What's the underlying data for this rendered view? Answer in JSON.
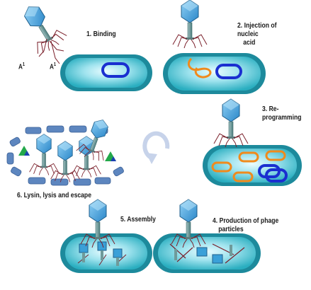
{
  "stages": [
    {
      "id": "binding",
      "number": "1.",
      "label": "Binding"
    },
    {
      "id": "injection",
      "number": "2.",
      "label_lines": [
        "Injection of nucleic",
        "acid"
      ]
    },
    {
      "id": "reprogramming",
      "number": "3.",
      "label_lines": [
        "Re-",
        "programming"
      ]
    },
    {
      "id": "production",
      "number": "4.",
      "label_lines": [
        "Production of phage",
        "particles"
      ]
    },
    {
      "id": "assembly",
      "number": "5.",
      "label": "Assembly"
    },
    {
      "id": "lysis",
      "number": "6.",
      "label": "Lysin, lysis and escape"
    }
  ],
  "markers": {
    "a_left": "A",
    "a_right": "A",
    "superscript": "1"
  },
  "center_icon": "cycle-arrow-icon",
  "colors": {
    "cell_fill": "#3cb8c8",
    "cell_outline": "#1b6f80",
    "phage_head": "#3aa0d8",
    "phage_tail": "#6f9a9a",
    "phage_legs": "#7a1f2a",
    "host_dna": "#1a2fd0",
    "phage_dna": "#f08a1c",
    "cycle_arrow": "#c7d3ea",
    "triangle_green": "#23a84a",
    "triangle_blue": "#1a3fb0"
  }
}
